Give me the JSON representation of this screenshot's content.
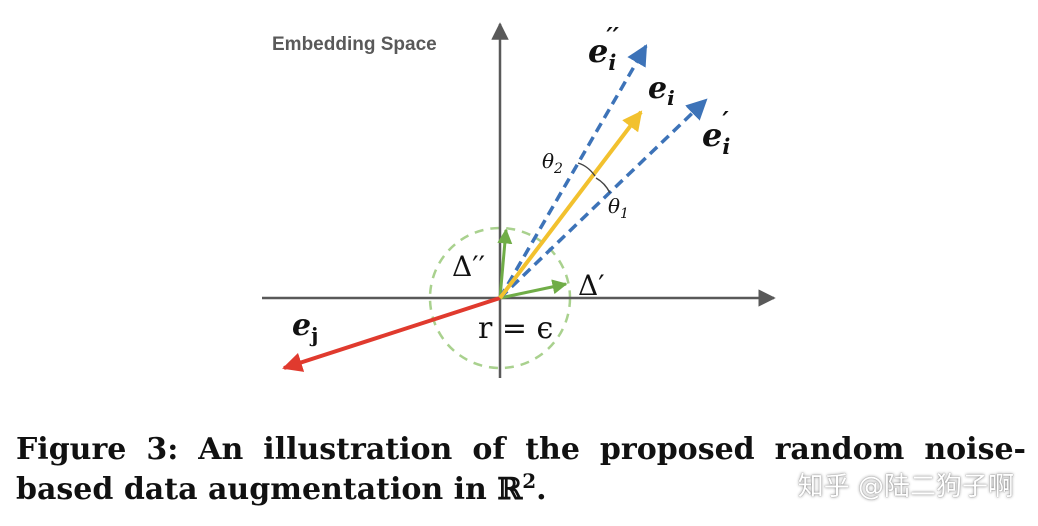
{
  "diagram": {
    "space_label": "Embedding Space",
    "labels": {
      "e_i": "e",
      "e_i_sub": "i",
      "e_i_prime": "e",
      "e_i_prime_sub": "i",
      "e_i_prime_mark": "′",
      "e_i_dprime": "e",
      "e_i_dprime_sub": "i",
      "e_i_dprime_mark": "′′",
      "e_j": "e",
      "e_j_sub": "j",
      "theta1": "θ",
      "theta1_sub": "1",
      "theta2": "θ",
      "theta2_sub": "2",
      "delta_prime": "Δ′",
      "delta_dprime": "Δ′′",
      "radius": "r = ϵ"
    },
    "colors": {
      "axis": "#595959",
      "ei": "#f2c12e",
      "dashed": "#3d73b8",
      "ej": "#e03a2e",
      "delta": "#70ad47",
      "circle": "#a9d18e"
    }
  },
  "caption": {
    "text": "Figure 3: An illustration of the proposed random noise-based data augmentation in ℝ",
    "superscript": "2",
    "end": "."
  },
  "watermark": "知乎 @陆二狗子啊"
}
